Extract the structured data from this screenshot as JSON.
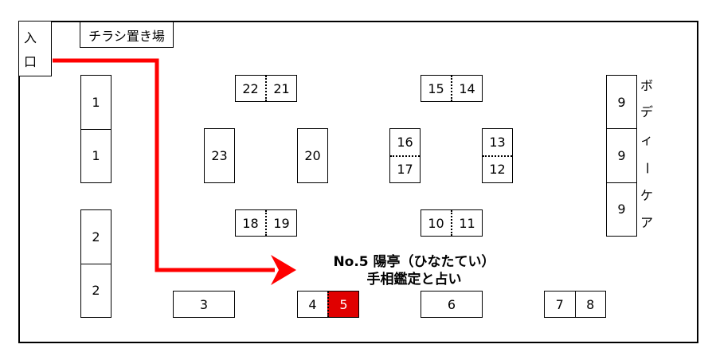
{
  "entrance": {
    "line1": "入",
    "line2": "口"
  },
  "flyer": {
    "label": "チラシ置き場"
  },
  "booths": {
    "b1a": "1",
    "b1b": "1",
    "b2a": "2",
    "b2b": "2",
    "b22": "22",
    "b21": "21",
    "b23": "23",
    "b20": "20",
    "b18": "18",
    "b19": "19",
    "b15": "15",
    "b14": "14",
    "b16": "16",
    "b17": "17",
    "b13": "13",
    "b12": "12",
    "b10": "10",
    "b11": "11",
    "b9a": "9",
    "b9b": "9",
    "b9c": "9",
    "b3": "3",
    "b4": "4",
    "b5": "5",
    "b6": "6",
    "b7": "7",
    "b8": "8"
  },
  "body_care": {
    "chars": [
      "ボ",
      "デ",
      "ィ",
      "ー",
      "ケ",
      "ア"
    ]
  },
  "callout": {
    "line1": "No.5 陽亭（ひなたてい）",
    "line2": "手相鑑定と占い"
  },
  "colors": {
    "highlight": "#e00000",
    "route": "#ff0000"
  }
}
